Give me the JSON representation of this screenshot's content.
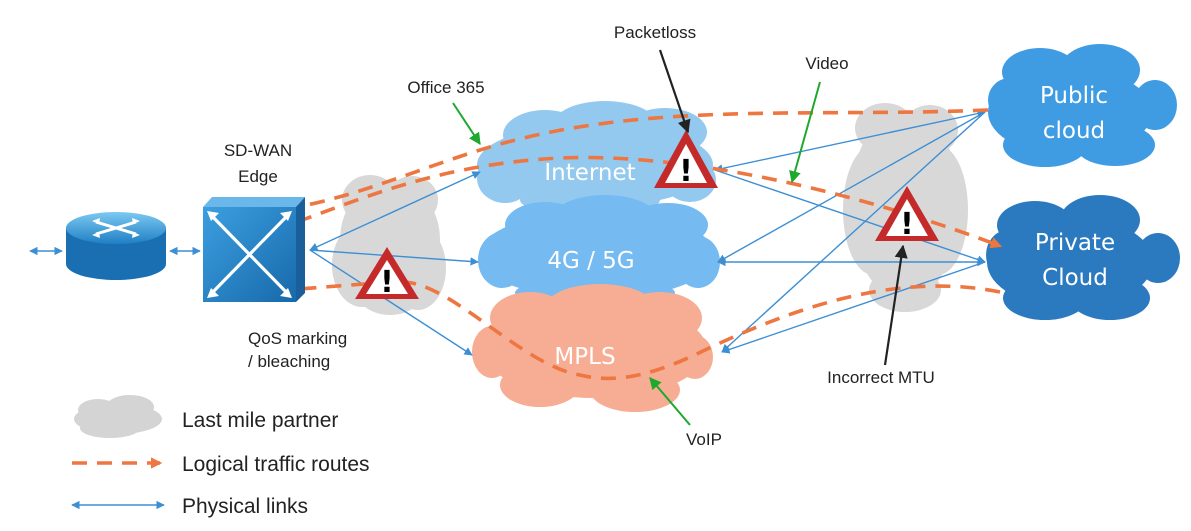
{
  "colors": {
    "physical_link": "#3d8fd4",
    "logical_route": "#ee7640",
    "last_mile_cloud": "#d4d4d4",
    "internet_cloud": "#93c9ef",
    "cellular_cloud": "#75baf0",
    "mpls_cloud": "#f6ad93",
    "public_cloud": "#3f9be2",
    "private_cloud": "#2b79bf",
    "warning": "#c42a2a",
    "callout_green": "#1fa82e",
    "callout_black": "#222222"
  },
  "nodes": {
    "router": {
      "icon": "router-icon"
    },
    "sdwan_edge": {
      "label_line1": "SD-WAN",
      "label_line2": "Edge",
      "icon": "sdwan-switch-icon"
    },
    "internet": {
      "label": "Internet"
    },
    "cellular": {
      "label": "4G / 5G"
    },
    "mpls": {
      "label": "MPLS"
    },
    "public_cloud": {
      "label_line1": "Public",
      "label_line2": "cloud"
    },
    "private_cloud": {
      "label_line1": "Private",
      "label_line2": "Cloud"
    }
  },
  "callouts": {
    "office365": "Office 365",
    "packetloss": "Packetloss",
    "video": "Video",
    "qos_line1": "QoS marking",
    "qos_line2": "/ bleaching",
    "incorrect_mtu": "Incorrect MTU",
    "voip": "VoIP"
  },
  "warnings": {
    "symbol": "!"
  },
  "legend": {
    "last_mile": "Last mile partner",
    "logical": "Logical traffic routes",
    "physical": "Physical links"
  }
}
